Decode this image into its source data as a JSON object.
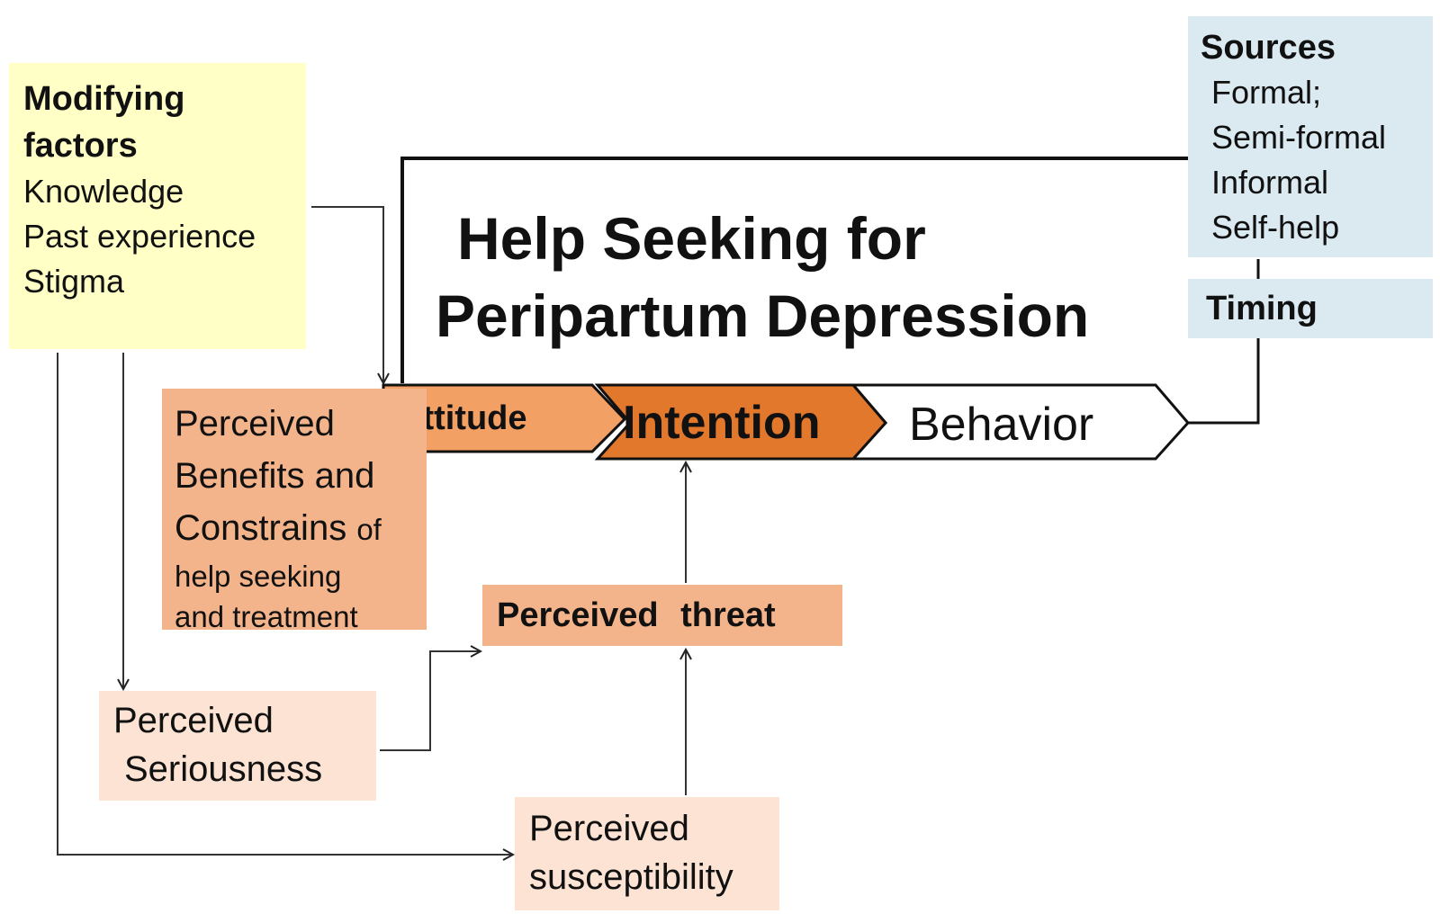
{
  "modifying_factors": {
    "heading_line1": "Modifying",
    "heading_line2": "factors",
    "items": [
      "Knowledge",
      "Past experience",
      "Stigma"
    ]
  },
  "sources": {
    "heading": "Sources",
    "items": [
      "Formal;",
      "Semi-formal",
      "Informal",
      "Self-help"
    ]
  },
  "timing": "Timing",
  "title": {
    "line1": "Help Seeking for",
    "line2": "Peripartum Depression"
  },
  "process": {
    "attitude": "Attitude",
    "intention": "Intention",
    "behavior": "Behavior"
  },
  "benefits": {
    "line1": "Perceived",
    "line2": "Benefits and",
    "line3": "Constrains",
    "line3_of": "of",
    "line4": "help seeking",
    "line5": "and treatment"
  },
  "threat": "Perceived threat",
  "seriousness": {
    "line1": "Perceived",
    "line2": "Seriousness"
  },
  "susceptibility": {
    "line1": "Perceived",
    "line2": "susceptibility"
  },
  "colors": {
    "attitude_fill": "#f3a064",
    "intention_fill": "#e2782c",
    "dark_orange_box": "#f3b48b",
    "light_orange_box": "#fce3d3",
    "yellow_box": "#ffffc6",
    "blue_box": "#dbe9f1",
    "line": "#222222"
  }
}
